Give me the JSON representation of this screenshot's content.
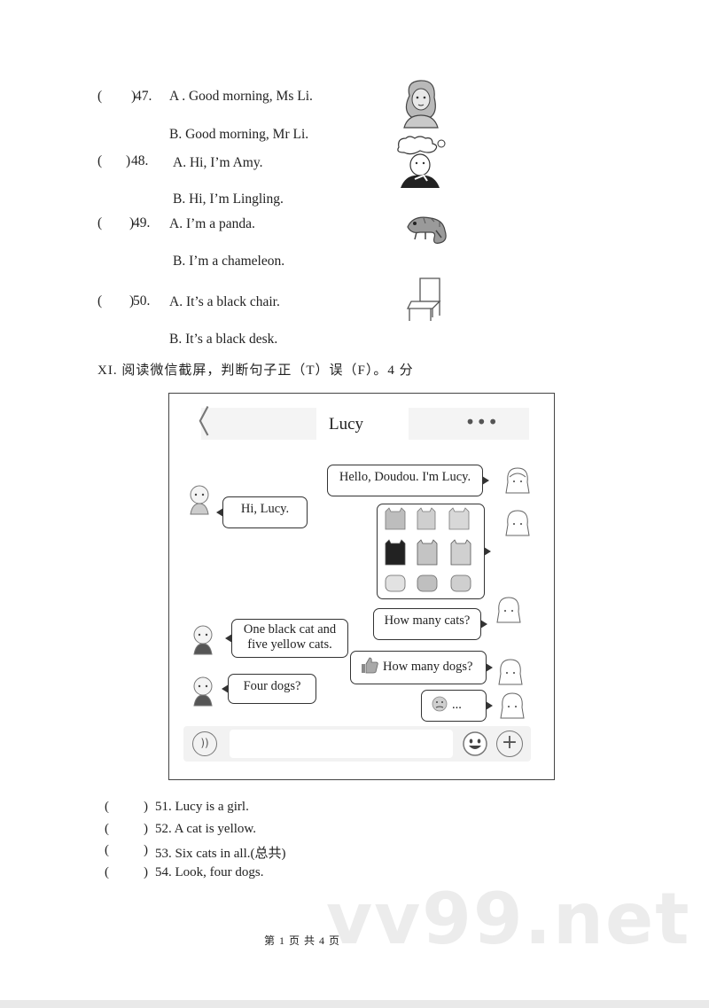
{
  "questions": [
    {
      "paren_open": "(",
      "paren_close": ")",
      "number": "47.",
      "optA": "A . Good morning, Ms Li.",
      "optB": "B. Good morning, Mr Li."
    },
    {
      "paren_open": "(",
      "paren_close": ")",
      "number": "48.",
      "optA": "A. Hi, I’m Amy.",
      "optB": "B.  Hi, I’m Lingling."
    },
    {
      "paren_open": "(",
      "paren_close": ")",
      "number": " 49.",
      "optA": "A. I’m a panda.",
      "optB": "B. I’m a chameleon."
    },
    {
      "paren_open": "(",
      "paren_close": ")",
      "number": " 50.",
      "optA": "A.  It’s a black chair.",
      "optB": "B. It’s a black desk."
    }
  ],
  "section": {
    "title": "XI. 阅读微信截屏，判断句子正（T）误（F）。4 分"
  },
  "chat": {
    "contact_name": "Lucy",
    "back_glyph": "〈",
    "menu_glyph": "•••",
    "messages": [
      {
        "side": "right",
        "text": "Hello, Doudou. I'm Lucy."
      },
      {
        "side": "left",
        "text": "Hi, Lucy."
      },
      {
        "side": "right",
        "text": "How many cats?"
      },
      {
        "side": "left",
        "line1": "One black cat and",
        "line2": "five yellow cats."
      },
      {
        "side": "right",
        "text": "How many dogs?"
      },
      {
        "side": "left",
        "text": "Four dogs?"
      },
      {
        "side": "right",
        "text": "..."
      }
    ],
    "plus_glyph": "+",
    "voice_glyph": "))"
  },
  "statements": [
    {
      "paren_open": "(",
      "paren_close": ")",
      "text": "51. Lucy is a girl."
    },
    {
      "paren_open": "(",
      "paren_close": ")",
      "text": "52. A cat is yellow."
    },
    {
      "paren_open": "(",
      "paren_close": ")",
      "text": "53. Six cats in all.(总共)"
    },
    {
      "paren_open": "(",
      "paren_close": ")",
      "text": "54. Look, four dogs."
    }
  ],
  "footer": {
    "text": "第 1 页 共 4 页"
  },
  "watermark": {
    "text": "vv99.net"
  }
}
